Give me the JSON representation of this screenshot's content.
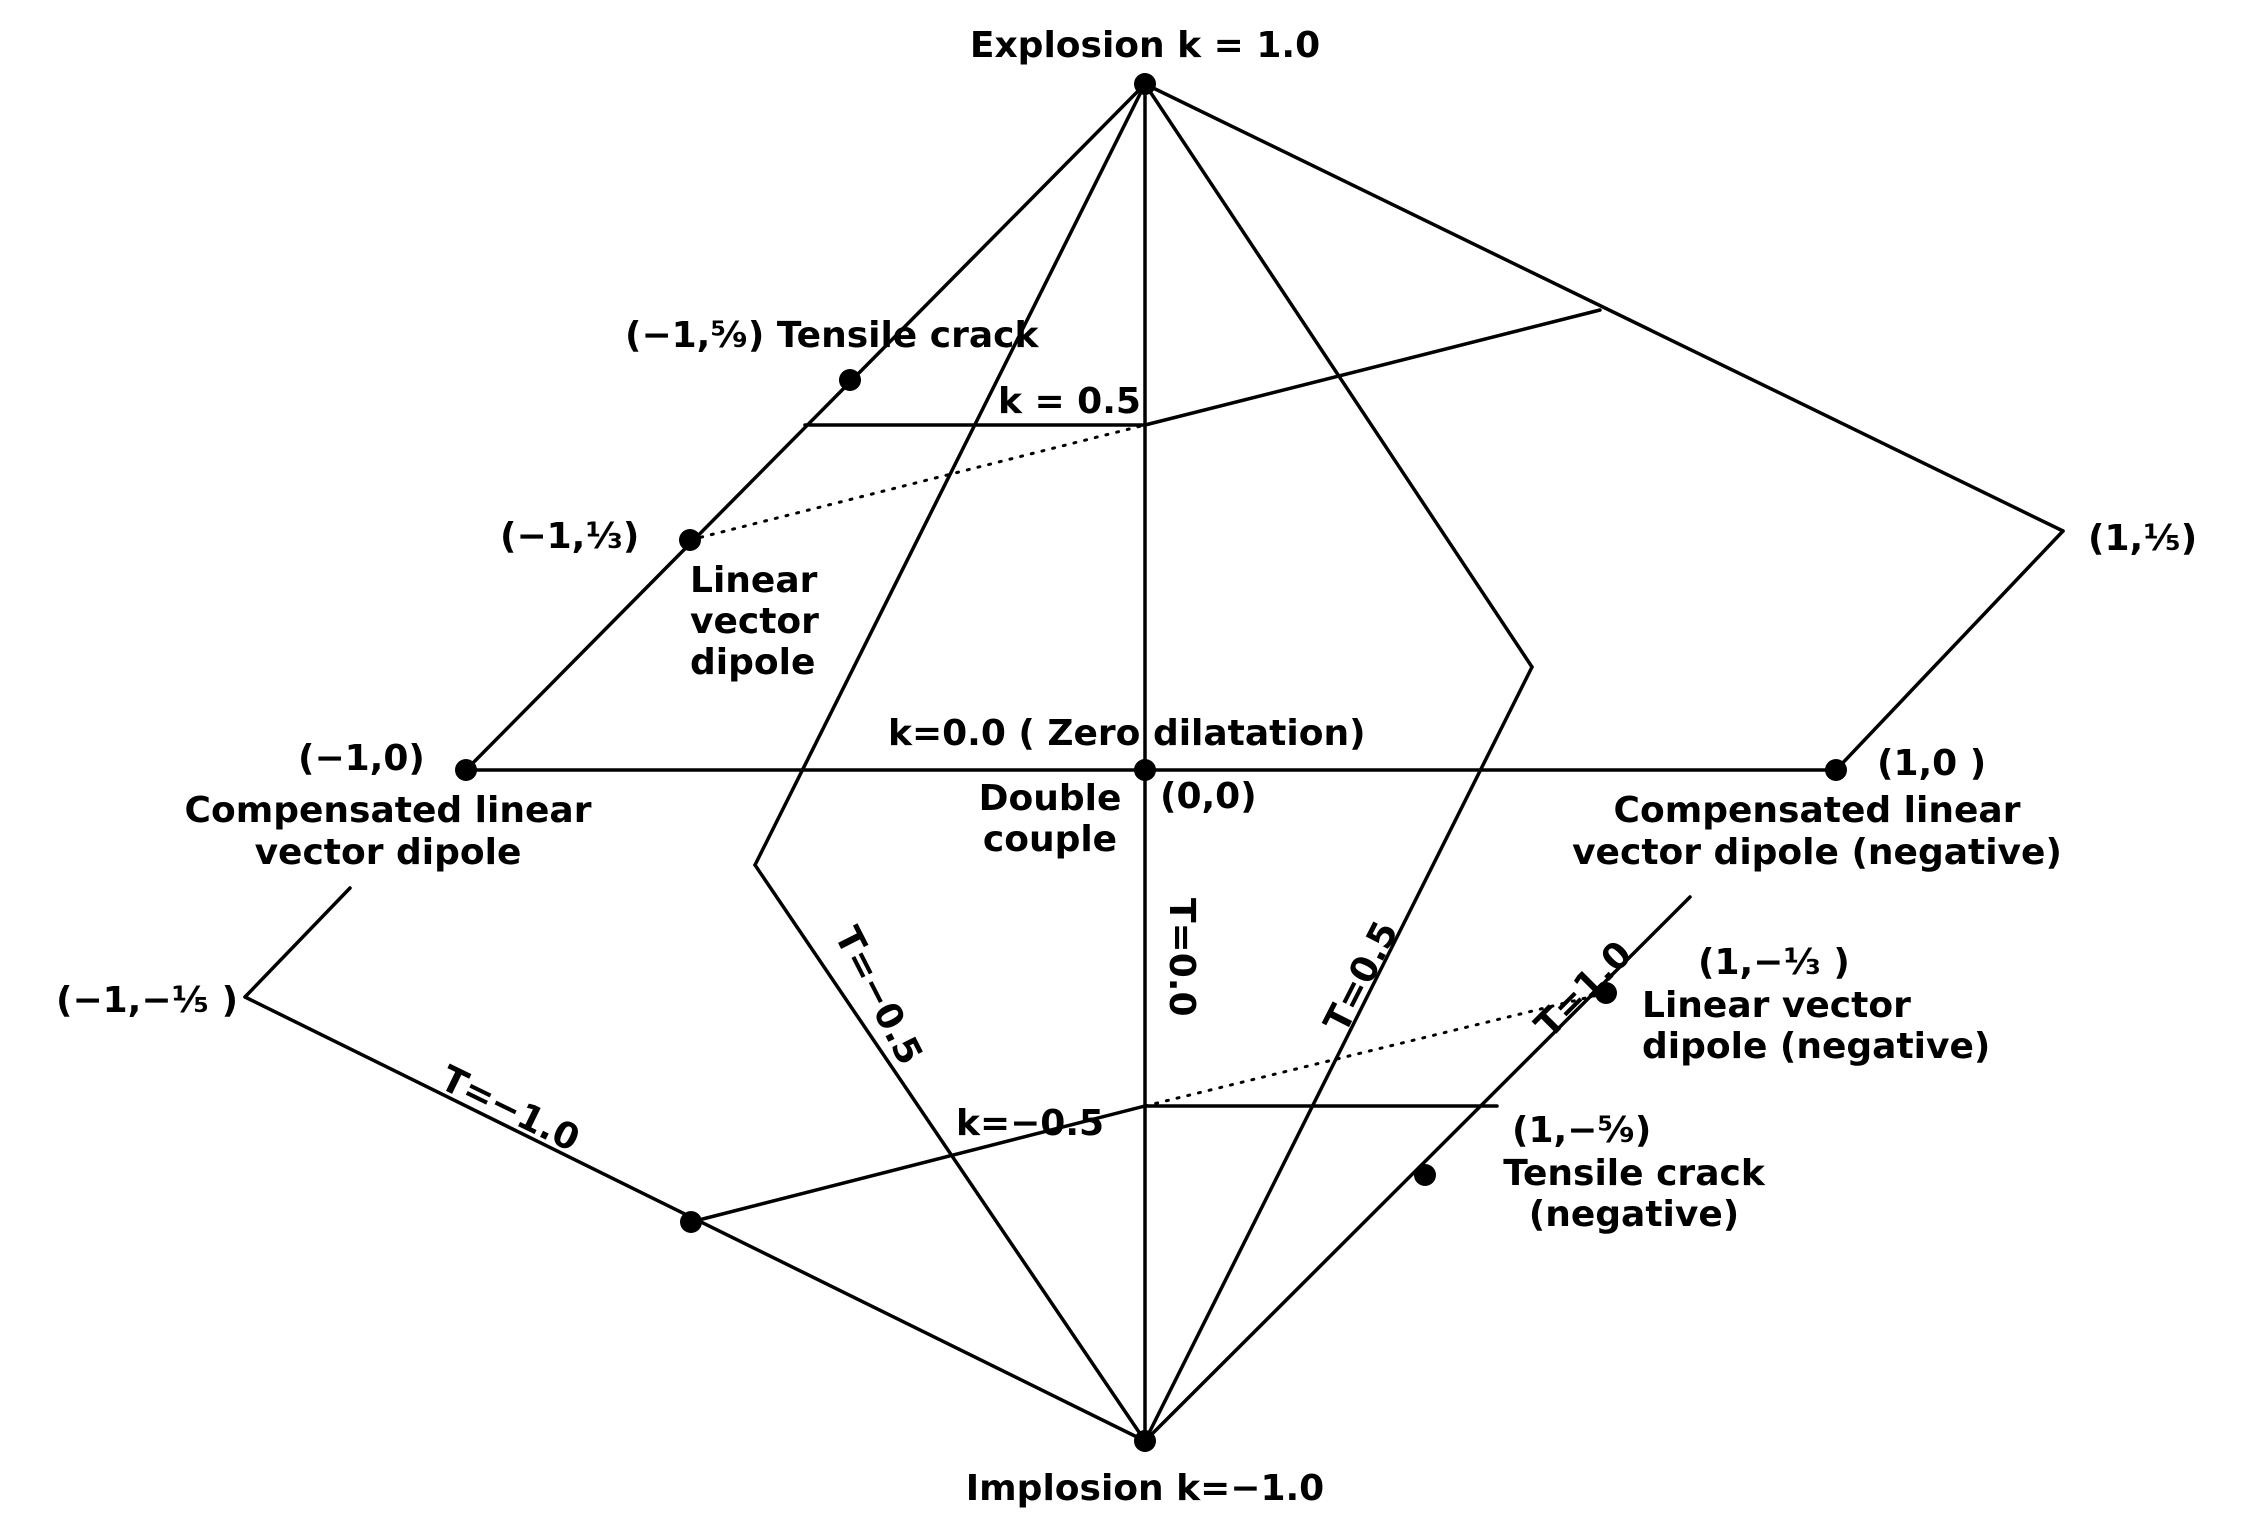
{
  "labels": {
    "explosion": "Explosion k = 1.0",
    "implosion": "Implosion k=−1.0",
    "tensile_crack": "(−1,⁵⁄₉) Tensile crack",
    "k_05": "k = 0.5",
    "pt_m1_1_3": "(−1,¹⁄₃)",
    "lvd_1": "Linear",
    "lvd_2": "vector",
    "lvd_3": "dipole",
    "k_00": "k=0.0 ( Zero dilatation)",
    "pt_m1_0": "(−1,0)",
    "clvd_1": "Compensated linear",
    "clvd_2": "vector dipole",
    "dc_1": "Double",
    "dc_2": "couple",
    "pt_00": "(0,0)",
    "pt_1_0": "(1,0 )",
    "clvdn_1": "Compensated linear",
    "clvdn_2": "vector dipole (negative)",
    "pt_1_1_5": "(1,¹⁄₅)",
    "pt_m1_m1_5": "(−1,−¹⁄₅ )",
    "t_m10": "T=−1.0",
    "t_m05": "T=−0.5",
    "t_00": "T=0.0",
    "t_05": "T=0.5",
    "t_10": "T=1.0",
    "k_m05": "k=−0.5",
    "pt_1_m1_3": "(1,−¹⁄₃ )",
    "lvdn_1": "Linear vector",
    "lvdn_2": "dipole (negative)",
    "pt_1_m5_9": "(1,−⁵⁄₉)",
    "tcn_1": "Tensile crack",
    "tcn_2": "(negative)"
  }
}
